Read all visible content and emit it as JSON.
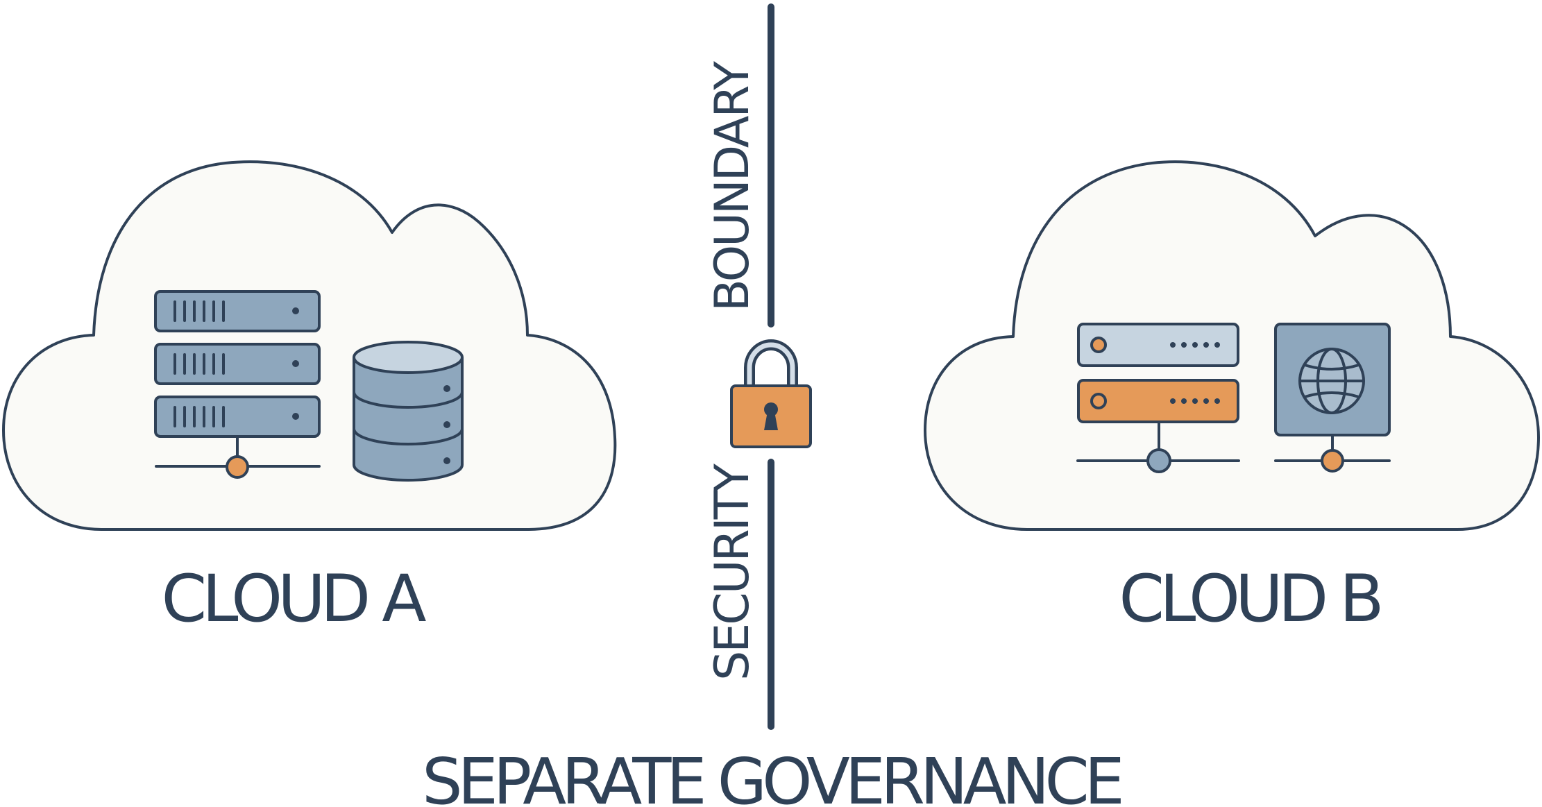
{
  "clouds": [
    {
      "label": "CLOUD A",
      "components": [
        "server-rack",
        "database"
      ]
    },
    {
      "label": "CLOUD B",
      "components": [
        "server-stack",
        "globe-server"
      ]
    }
  ],
  "boundary": {
    "label_top": "BOUNDARY",
    "label_bottom": "SECURITY",
    "icon": "padlock-icon"
  },
  "footer": {
    "label": "SEPARATE GOVERNANCE"
  },
  "colors": {
    "outline": "#2f4157",
    "cloud_fill": "#fafaf7",
    "device_fill": "#8ea7bd",
    "device_light": "#c6d4e0",
    "accent": "#e59a59",
    "lock_fill": "#e59a59"
  }
}
